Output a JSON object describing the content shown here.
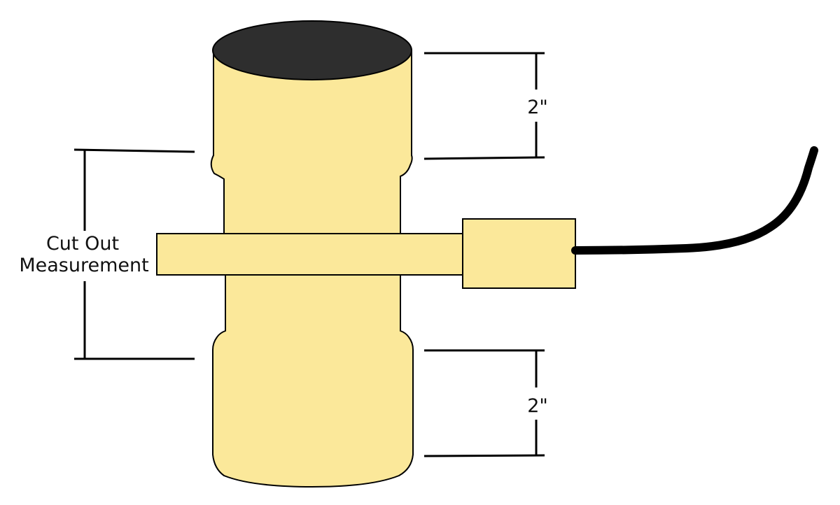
{
  "diagram": {
    "colors": {
      "body_fill": "#fbe89a",
      "top_cap": "#2e2e2e",
      "outline": "#000000",
      "cable": "#000000",
      "background": "#ffffff"
    },
    "labels": {
      "cutout_line1": "Cut Out",
      "cutout_line2": "Measurement",
      "top_dimension": "2\"",
      "bottom_dimension": "2\""
    }
  }
}
